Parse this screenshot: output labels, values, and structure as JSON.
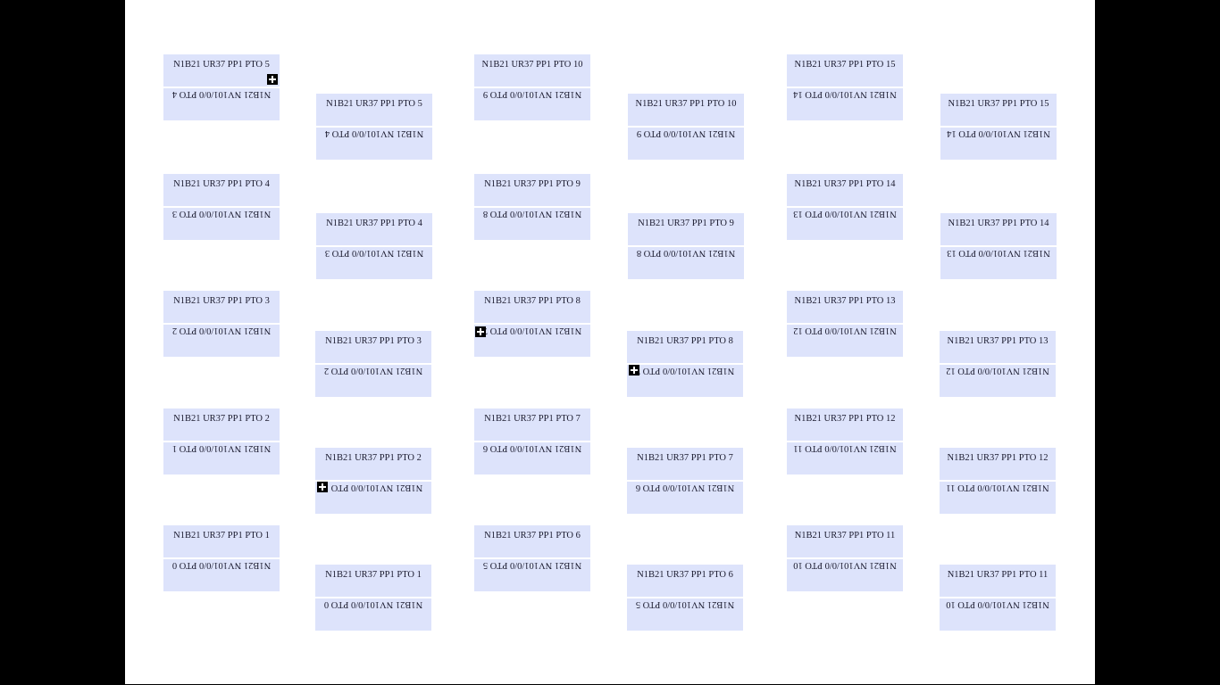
{
  "labels": [
    {
      "id": 5,
      "top": "N1B21 UR37 PP1 PTO 5",
      "bottom": "N1B21 NV101/0/0 PTO 4"
    },
    {
      "id": 4,
      "top": "N1B21 UR37 PP1 PTO 4",
      "bottom": "N1B21 NV101/0/0 PTO 3"
    },
    {
      "id": 3,
      "top": "N1B21 UR37 PP1 PTO 3",
      "bottom": "N1B21 NV101/0/0 PTO 2"
    },
    {
      "id": 2,
      "top": "N1B21 UR37 PP1 PTO 2",
      "bottom": "N1B21 NV101/0/0 PTO 1"
    },
    {
      "id": 1,
      "top": "N1B21 UR37 PP1 PTO 1",
      "bottom": "N1B21 NV101/0/0 PTO 0"
    },
    {
      "id": 10,
      "top": "N1B21 UR37 PP1 PTO 10",
      "bottom": "N1B21 NV101/0/0 PTO 9"
    },
    {
      "id": 9,
      "top": "N1B21 UR37 PP1 PTO 9",
      "bottom": "N1B21 NV101/0/0 PTO 8"
    },
    {
      "id": 8,
      "top": "N1B21 UR37 PP1 PTO 8",
      "bottom": "N1B21 NV101/0/0 PTO 7"
    },
    {
      "id": 7,
      "top": "N1B21 UR37 PP1 PTO 7",
      "bottom": "N1B21 NV101/0/0 PTO 6"
    },
    {
      "id": 6,
      "top": "N1B21 UR37 PP1 PTO 6",
      "bottom": "N1B21 NV101/0/0 PTO 5"
    },
    {
      "id": 15,
      "top": "N1B21 UR37 PP1 PTO 15",
      "bottom": "N1B21 NV101/0/0 PTO 14"
    },
    {
      "id": 14,
      "top": "N1B21 UR37 PP1 PTO 14",
      "bottom": "N1B21 NV101/0/0 PTO 13"
    },
    {
      "id": 13,
      "top": "N1B21 UR37 PP1 PTO 13",
      "bottom": "N1B21 NV101/0/0 PTO 12"
    },
    {
      "id": 12,
      "top": "N1B21 UR37 PP1 PTO 12",
      "bottom": "N1B21 NV101/0/0 PTO 11"
    },
    {
      "id": 11,
      "top": "N1B21 UR37 PP1 PTO 11",
      "bottom": "N1B21 NV101/0/0 PTO 10"
    }
  ],
  "icons": {
    "add_handle": "plus-square-icon"
  },
  "colors": {
    "label_fill": "#dde3fb",
    "page": "#ffffff",
    "surround": "#000000"
  }
}
